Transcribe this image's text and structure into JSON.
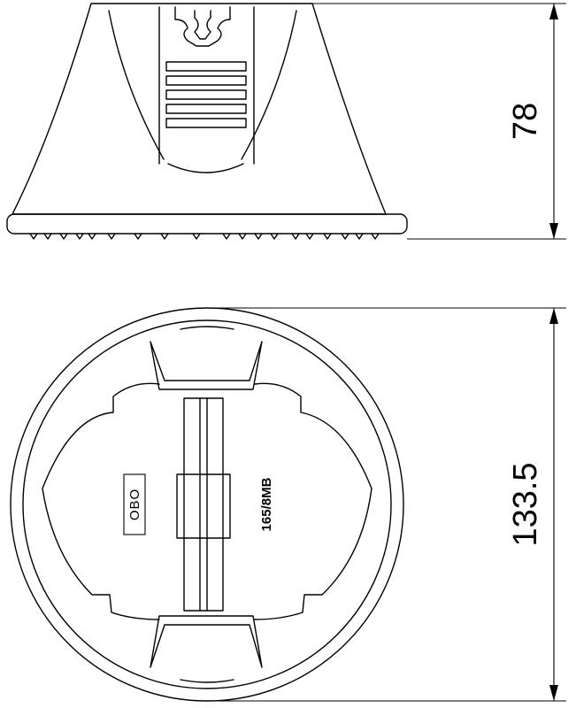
{
  "dimensions": {
    "height": "78",
    "diameter": "133.5"
  },
  "product_marking": "165/8MB",
  "logo_text": "OBO",
  "colors": {
    "line": "#000000",
    "background": "#ffffff"
  }
}
